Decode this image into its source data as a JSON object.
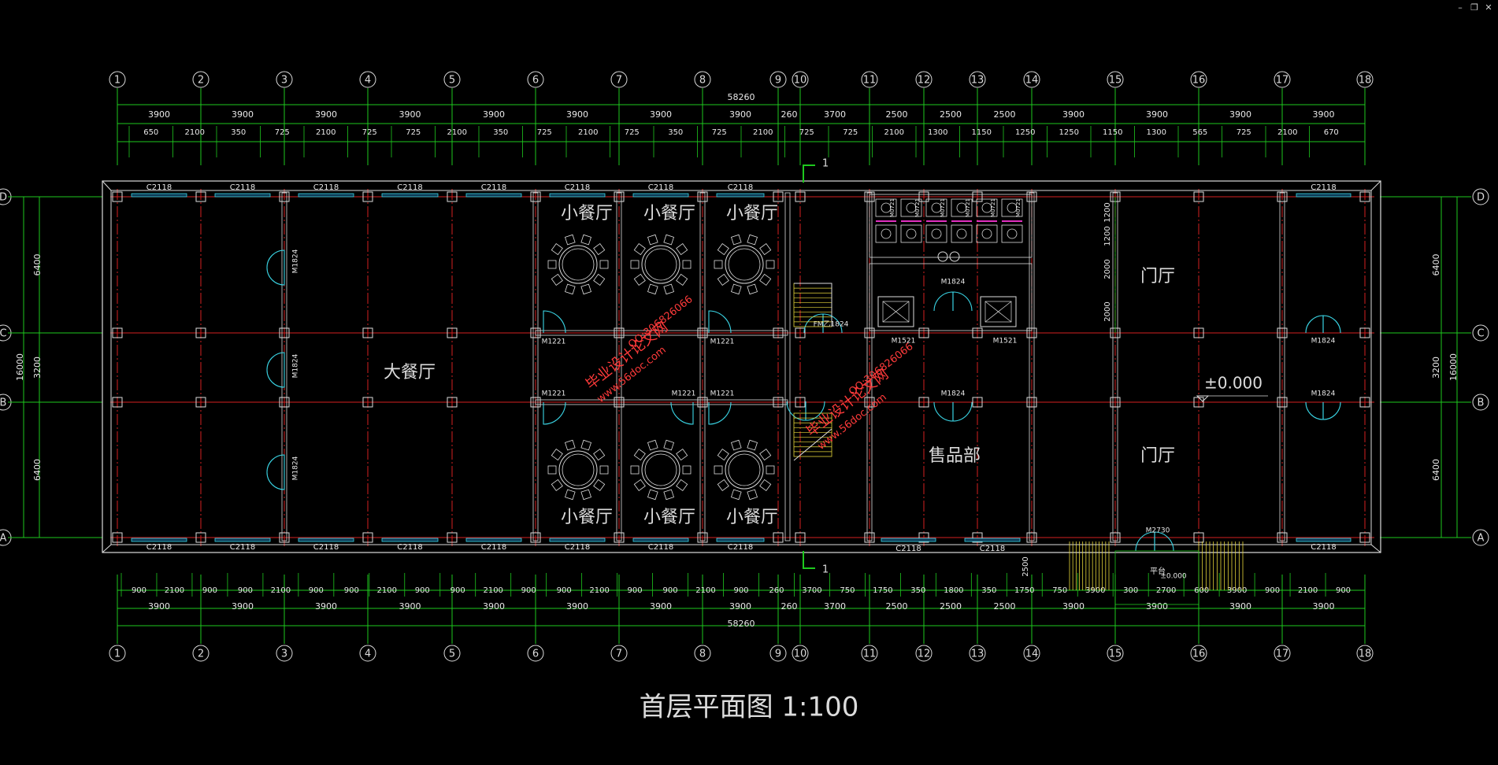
{
  "window": {
    "minimize": "–",
    "restore": "❐",
    "close": "✕"
  },
  "drawing": {
    "title": "首层平面图 1:100",
    "axis_numbers": [
      "1",
      "2",
      "3",
      "4",
      "5",
      "6",
      "7",
      "8",
      "9",
      "10",
      "11",
      "12",
      "13",
      "14",
      "15",
      "16",
      "17",
      "18"
    ],
    "axis_letters": [
      "D",
      "C",
      "B",
      "A"
    ],
    "overall_dim": "58260",
    "overall_depth": "16000",
    "top_row1": [
      "3900",
      "3900",
      "3900",
      "3900",
      "3900",
      "3900",
      "3900",
      "3900",
      "260",
      "3700",
      "2500",
      "2500",
      "2500",
      "3900",
      "3900",
      "3900",
      "3900"
    ],
    "top_row2": [
      "650",
      "2100",
      "350",
      "725",
      "2100",
      "725",
      "725",
      "2100",
      "350",
      "725",
      "2100",
      "725",
      "350",
      "725",
      "2100",
      "725",
      "725",
      "2100",
      "1300",
      "1150",
      "1250",
      "1250",
      "1150",
      "1300",
      "565",
      "725",
      "2100",
      "670"
    ],
    "bottom_row1": [
      "900",
      "2100",
      "900",
      "900",
      "2100",
      "900",
      "900",
      "2100",
      "900",
      "900",
      "2100",
      "900",
      "900",
      "2100",
      "900",
      "900",
      "2100",
      "900",
      "260",
      "3700",
      "750",
      "1750",
      "350",
      "1800",
      "350",
      "1750",
      "750",
      "3900",
      "300",
      "2700",
      "600",
      "3900",
      "900",
      "2100",
      "900"
    ],
    "bottom_row2": [
      "3900",
      "3900",
      "3900",
      "3900",
      "3900",
      "3900",
      "3900",
      "3900",
      "260",
      "3700",
      "2500",
      "2500",
      "2500",
      "3900",
      "3900",
      "3900",
      "3900"
    ],
    "side_dims": [
      "6400",
      "3200",
      "6400"
    ],
    "right_small": [
      "1200",
      "1200",
      "2000",
      "2000"
    ],
    "rooms": {
      "small_dining": "小餐厅",
      "big_dining": "大餐厅",
      "hall": "门厅",
      "shop": "售品部",
      "level": "±0.000",
      "level_small": "±0.000",
      "platform": "平台"
    },
    "window_tag": "C2118",
    "door_tags": {
      "m1824": "M1824",
      "m1221": "M1221",
      "m0721": "M0721",
      "m1521": "M1521",
      "fm": "FM乙1824",
      "m2730": "M2730"
    },
    "section_mark": "1",
    "ramp_dim": "2500",
    "watermark": {
      "line1": "毕业设计论文网",
      "line2": "www.56doc.com",
      "line3": "QQ:306826066"
    }
  }
}
